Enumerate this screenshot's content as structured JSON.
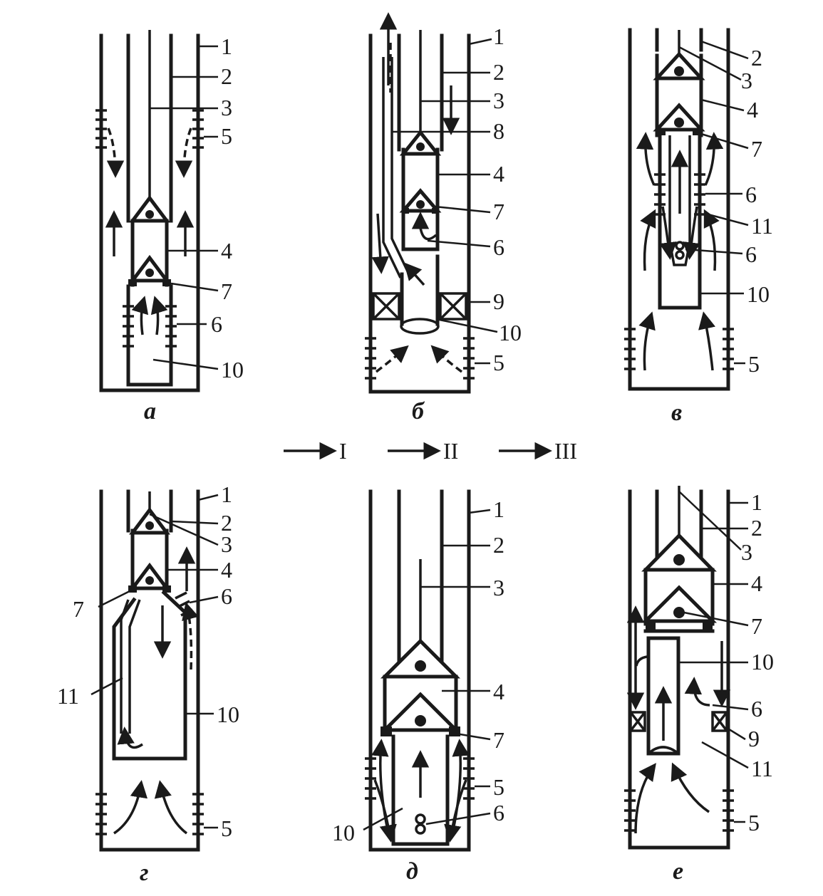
{
  "panels": [
    {
      "id": "a",
      "caption": "а",
      "labels": [
        "1",
        "2",
        "3",
        "5",
        "4",
        "7",
        "6",
        "10"
      ]
    },
    {
      "id": "b",
      "caption": "б",
      "labels": [
        "1",
        "2",
        "3",
        "8",
        "4",
        "7",
        "6",
        "9",
        "10",
        "5"
      ]
    },
    {
      "id": "v",
      "caption": "в",
      "labels": [
        "2",
        "3",
        "4",
        "7",
        "6",
        "11",
        "6",
        "10",
        "5"
      ]
    },
    {
      "id": "g",
      "caption": "г",
      "labels": [
        "1",
        "2",
        "3",
        "4",
        "7",
        "6",
        "11",
        "10",
        "5"
      ]
    },
    {
      "id": "d",
      "caption": "д",
      "labels": [
        "1",
        "2",
        "3",
        "4",
        "7",
        "5",
        "10",
        "6"
      ]
    },
    {
      "id": "e",
      "caption": "е",
      "labels": [
        "1",
        "2",
        "3",
        "4",
        "7",
        "10",
        "6",
        "9",
        "11",
        "5"
      ]
    }
  ],
  "legend": [
    "I",
    "II",
    "III"
  ]
}
